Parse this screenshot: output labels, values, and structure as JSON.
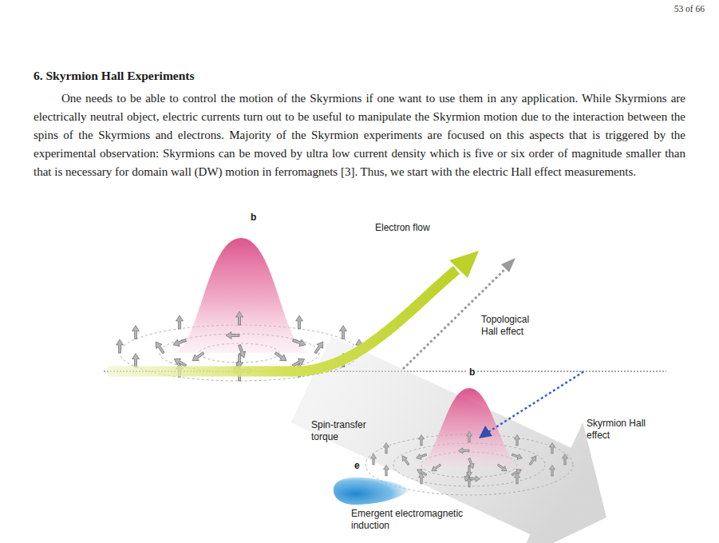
{
  "diagram": {
    "title": "6. Skyrmion Hall Experiments",
    "labels": [
      "53 of 66",
      "One needs to be able to control the motion of the Skyrmions if one want to use them in any application. While Skyrmions are electrically neutral object, electric currents turn out to be useful to manipulate the Skyrmion motion due to the interaction between the spins of the Skyrmions and electrons. Majority of the Skyrmion experiments are focused on this aspects that is triggered by the experimental observation: Skyrmions can be moved by ultra low current density which is five or six order of magnitude smaller than that is necessary for domain wall (DW) motion in ferromagnets [3]. Thus, we start with the electric Hall effect measurements.",
      "b",
      "Electron flow",
      "Topological Hall effect",
      "Spin-transfer torque",
      "b",
      "Skyrmion Hall effect",
      "e",
      "Emergent electromagnetic induction"
    ]
  }
}
